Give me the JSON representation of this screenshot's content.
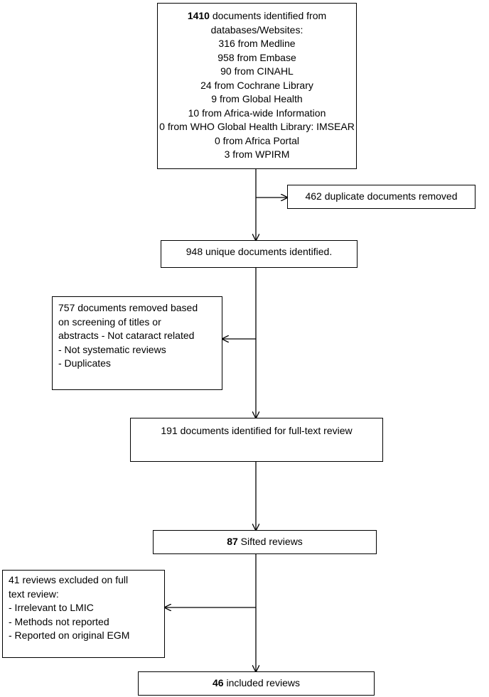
{
  "flow": {
    "identified": {
      "count": "1410",
      "text": " documents identified from",
      "lines": [
        "databases/Websites:",
        "316 from Medline",
        "958 from Embase",
        "90 from CINAHL",
        "24 from Cochrane Library",
        "9 from Global Health",
        "10 from Africa-wide Information",
        "0 from WHO Global Health Library: IMSEAR",
        "0 from Africa Portal",
        "3 from WPIRM"
      ]
    },
    "duplicates_removed": "462 duplicate documents removed",
    "unique": "948 unique documents identified.",
    "screened_out": {
      "lines": [
        "757 documents removed based",
        "on screening of titles or",
        "abstracts - Not cataract related",
        "- Not systematic reviews",
        "- Duplicates"
      ]
    },
    "full_text": "191 documents identified for full-text review",
    "sifted": {
      "count": "87",
      "text": " Sifted reviews"
    },
    "excluded": {
      "lines": [
        "41 reviews excluded on full",
        "text review:",
        "- Irrelevant to LMIC",
        "- Methods not reported",
        "- Reported on original EGM"
      ]
    },
    "included": {
      "count": "46",
      "text": " included reviews"
    }
  }
}
